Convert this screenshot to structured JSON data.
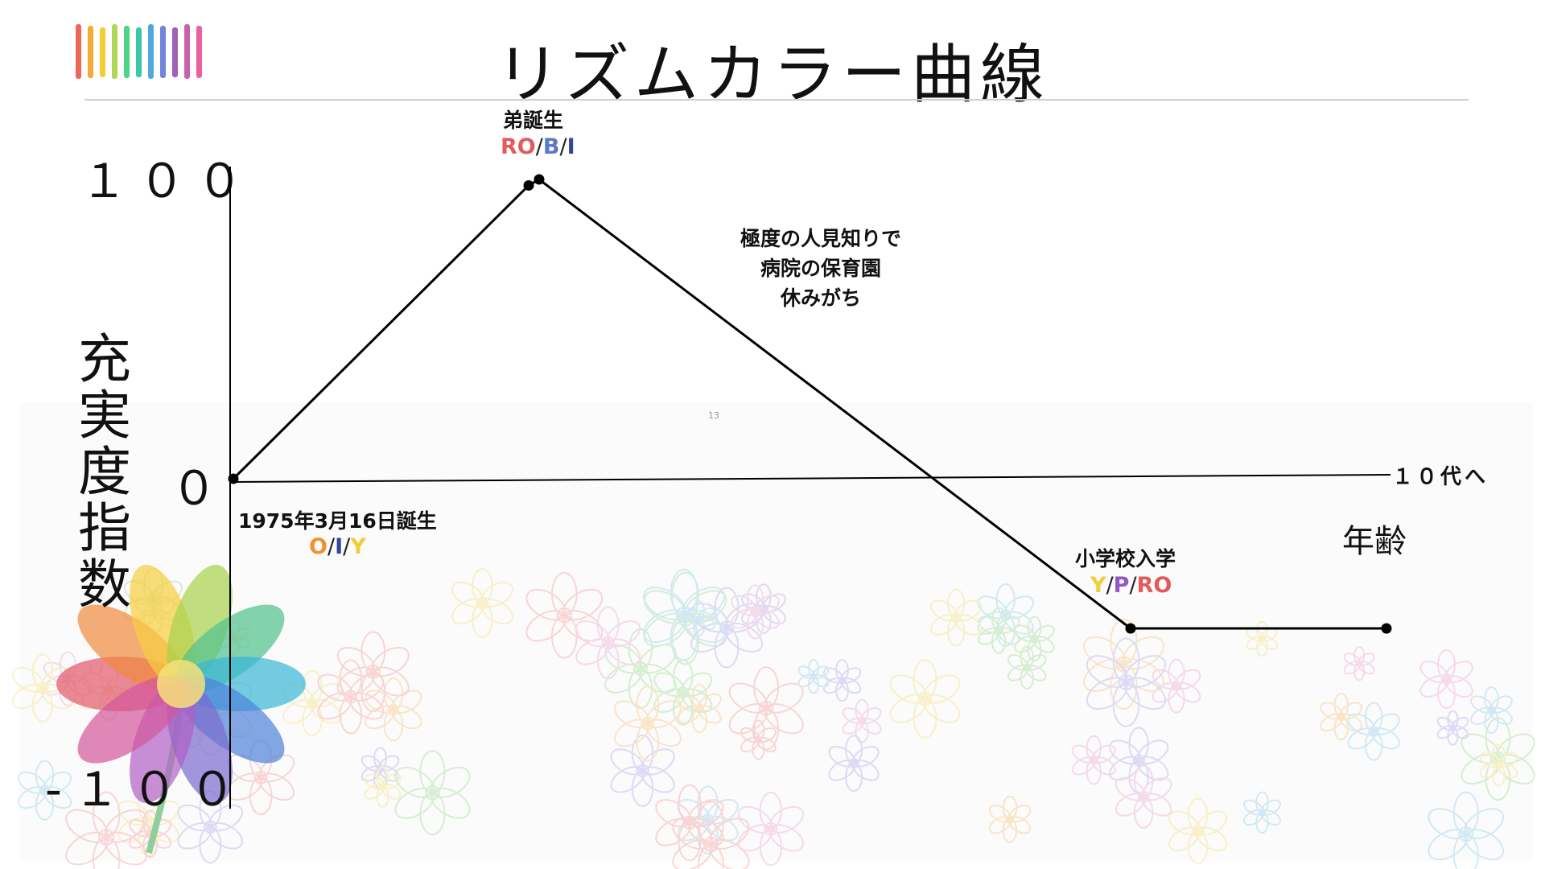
{
  "slide": {
    "title": "リズムカラー曲線",
    "page_number": "13"
  },
  "colors": {
    "line": "#000000",
    "Y": "#f2cc3c",
    "O": "#f0922c",
    "I": "#34469a",
    "B": "#5a77c9",
    "P": "#9256c8",
    "RO": "#e25a5a"
  },
  "chart_data": {
    "type": "line",
    "title": "リズムカラー曲線",
    "ylabel": "充実度指数",
    "xlabel": "年齢",
    "x_end_label": "１０代へ",
    "ylim": [
      -100,
      100
    ],
    "yticks": [
      "１００",
      "０",
      "-１００"
    ],
    "series": [
      {
        "values": [
          0,
          98,
          100,
          -50,
          -50
        ]
      }
    ],
    "points": [
      {
        "y": 0,
        "label": "1975年3月16日誕生",
        "codes": [
          "O",
          "I",
          "Y"
        ]
      },
      {
        "y": 98,
        "label": "弟誕生",
        "codes": [
          "RO",
          "B",
          "I"
        ]
      },
      {
        "y": 100
      },
      {
        "y": -50,
        "label": "小学校入学",
        "codes": [
          "Y",
          "P",
          "RO"
        ]
      },
      {
        "y": -50
      }
    ],
    "annotations": [
      {
        "lines": [
          "極度の人見知りで",
          "病院の保育園",
          "休みがち"
        ]
      }
    ],
    "grid": false,
    "legend": "none"
  }
}
